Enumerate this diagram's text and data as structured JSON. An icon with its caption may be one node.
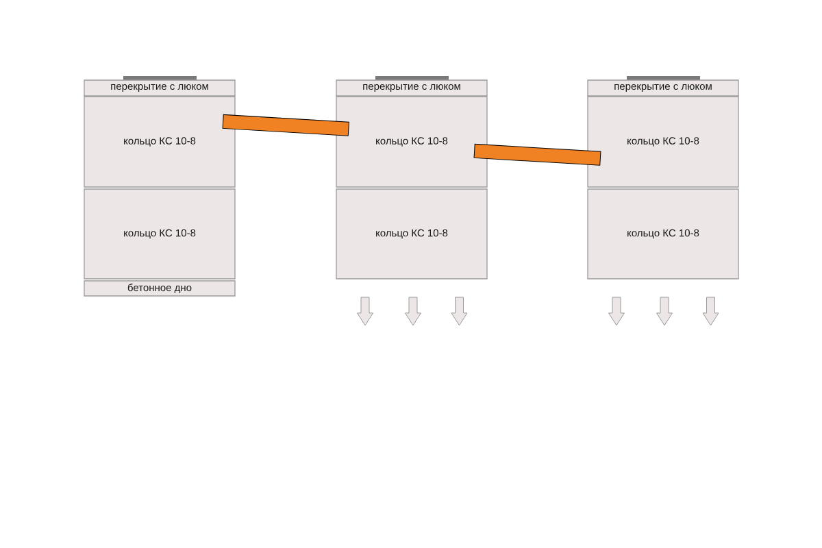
{
  "diagram": {
    "nodes": [
      {
        "text": [
          "перекрытие с люком"
        ]
      },
      {
        "text": [
          "кольцо КС 10-8"
        ]
      },
      {
        "text": [
          "кольцо КС 10-8"
        ]
      },
      {
        "text": [
          "бетонное дно"
        ]
      },
      {
        "text": [
          "перекрытие с люком"
        ]
      },
      {
        "text": [
          "кольцо КС 10-8"
        ]
      },
      {
        "text": [
          "кольцо КС 10-8"
        ]
      },
      {
        "text": [
          "перекрытие с люком"
        ]
      },
      {
        "text": [
          "кольцо КС 10-8"
        ]
      },
      {
        "text": [
          "кольцо КС 10-8"
        ]
      }
    ],
    "edges": [
      {
        "from": 1,
        "to": 5,
        "arrow": "none"
      },
      {
        "from": 5,
        "to": 8,
        "arrow": "none"
      }
    ]
  }
}
